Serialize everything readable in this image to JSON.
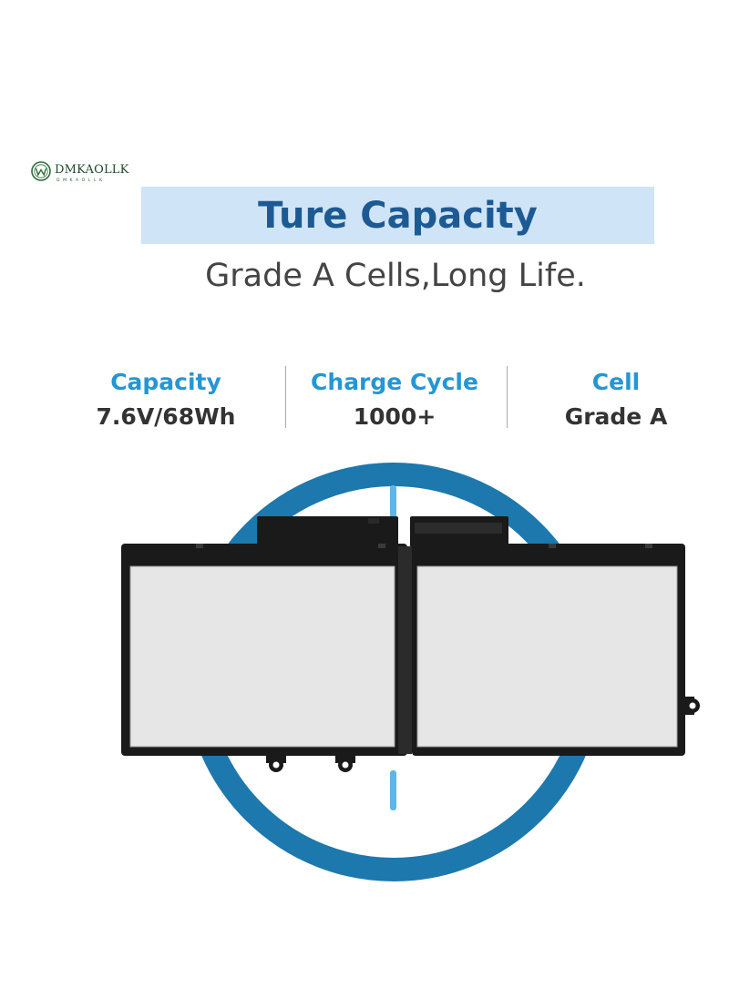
{
  "brand": {
    "name": "DMKAOLLK",
    "sub": "DMKAOLLK"
  },
  "title": "Ture Capacity",
  "subtitle": "Grade A Cells,Long Life.",
  "specs": [
    {
      "label": "Capacity",
      "value": "7.6V/68Wh"
    },
    {
      "label": "Charge Cycle",
      "value": "1000+"
    },
    {
      "label": "Cell",
      "value": "Grade A"
    }
  ],
  "colors": {
    "title_band": "#cfe4f7",
    "title_text": "#1d5a94",
    "spec_label": "#2596d3",
    "ring": "#1c78ad",
    "battery_body": "#1a1a1a",
    "battery_cell": "#e6e6e6"
  }
}
